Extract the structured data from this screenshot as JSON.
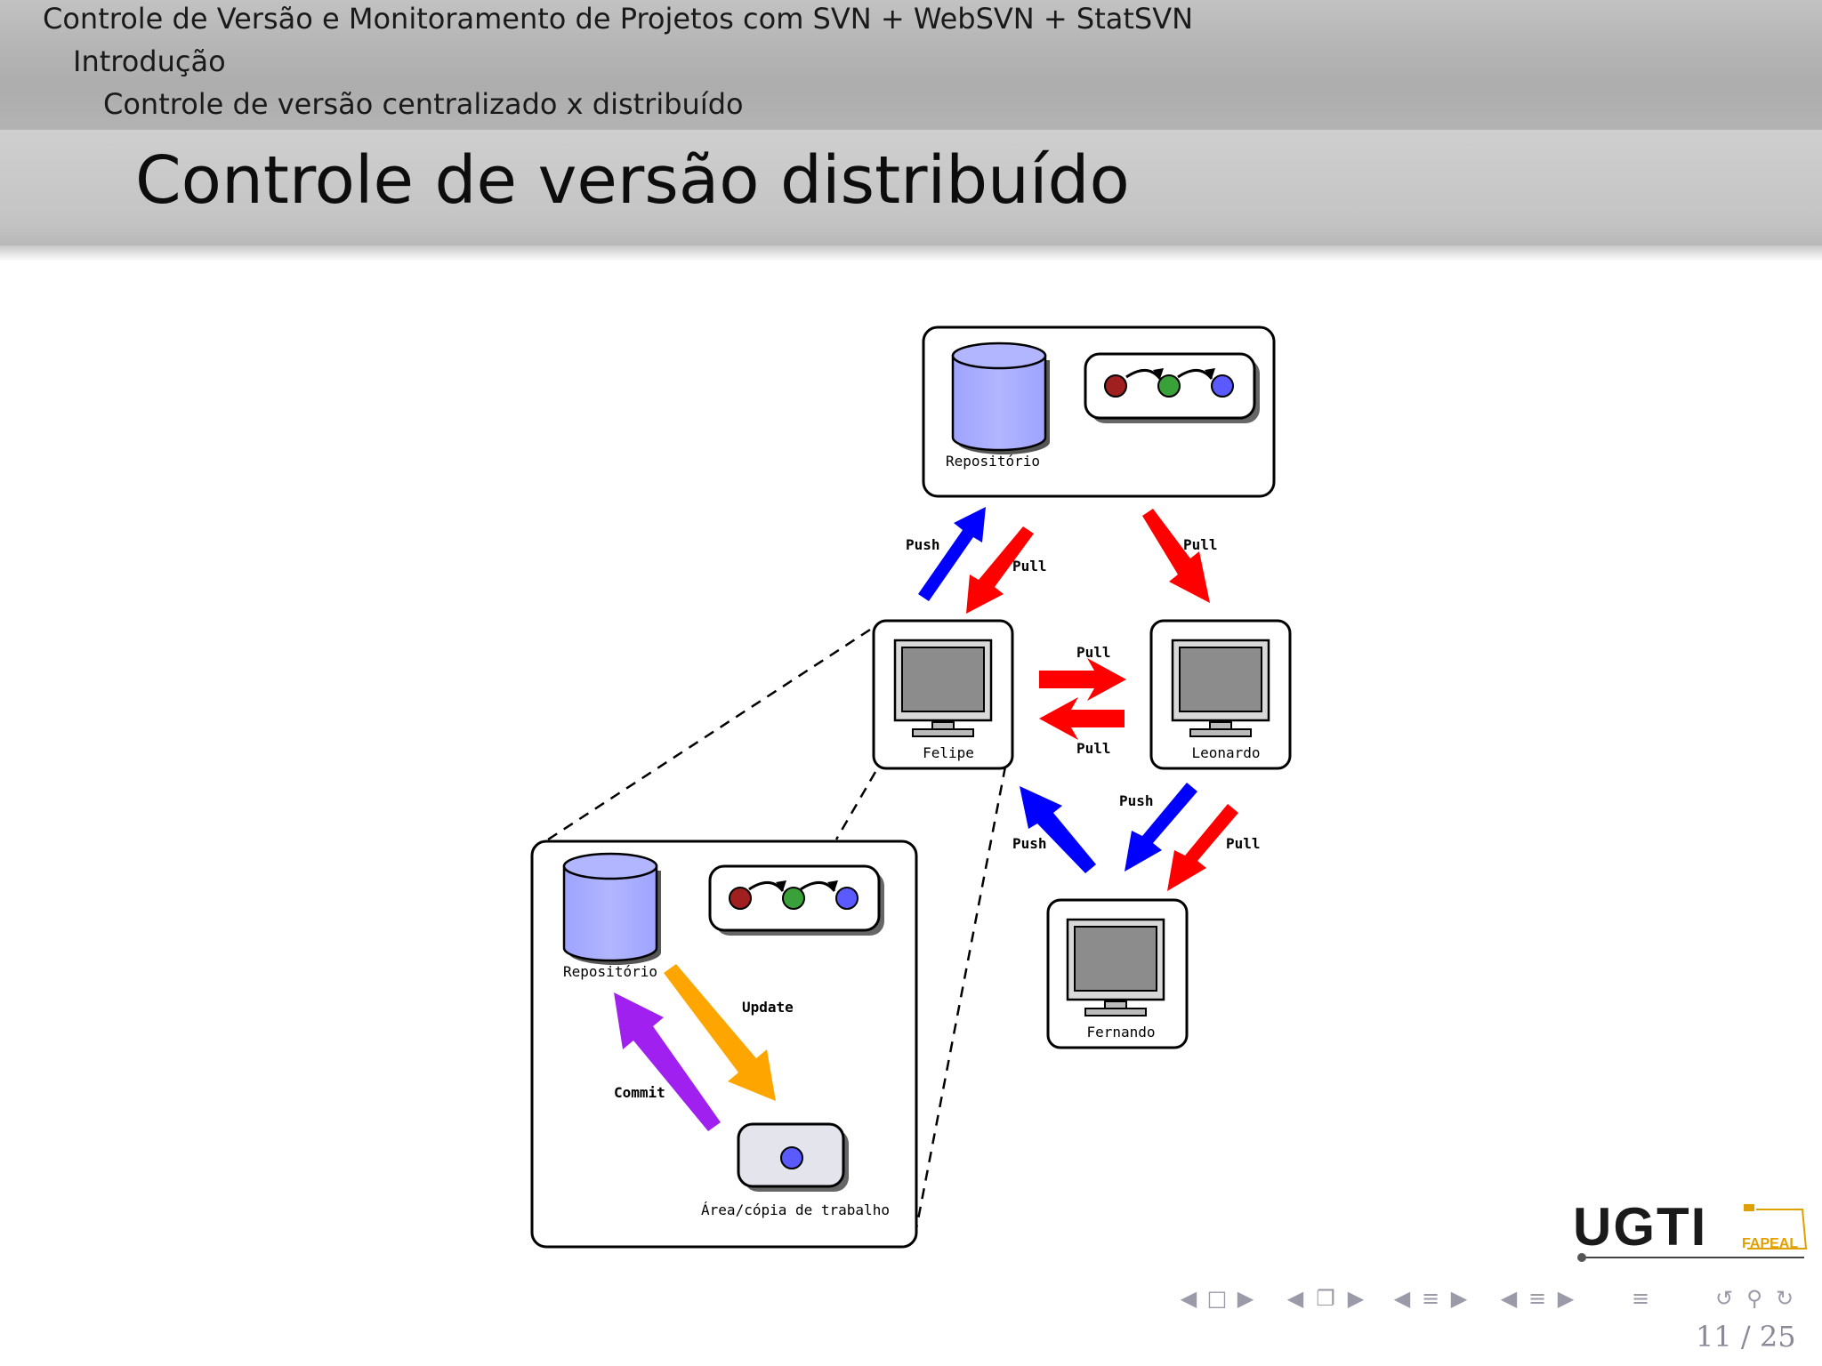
{
  "header": {
    "crumb_presentation": "Controle de Versão e Monitoramento de Projetos com SVN + WebSVN + StatSVN",
    "crumb_section": "Introdução",
    "crumb_subsection": "Controle de versão centralizado x distribuído",
    "title": "Controle de versão distribuído"
  },
  "diagram": {
    "central_repo_label": "Repositório",
    "computers": {
      "felipe": "Felipe",
      "leonardo": "Leonardo",
      "fernando": "Fernando"
    },
    "arrows": {
      "felipe_push_up": "Push",
      "felipe_pull_down": "Pull",
      "leonardo_pull_down": "Pull",
      "pull_to_leonardo": "Pull",
      "pull_to_felipe": "Pull",
      "fernando_push_up": "Push",
      "leonardo_push_down": "Push",
      "leonardo_pull_to_fernando": "Pull"
    },
    "local": {
      "repo_label": "Repositório",
      "update_label": "Update",
      "commit_label": "Commit",
      "workcopy_label": "Área/cópia de trabalho"
    },
    "colors": {
      "push": "#0000ff",
      "pull": "#ff0000",
      "update": "#ffa500",
      "commit": "#a020f0",
      "repo_fill": "#a6aaff",
      "node_red": "#a02020",
      "node_green": "#3aa03a",
      "node_blue": "#5a5aff"
    }
  },
  "logo": {
    "main": "UGTI",
    "sub": "FAPEAL"
  },
  "navigation": {
    "page_current": "11",
    "page_total": "25",
    "page_text": "11 / 25"
  }
}
